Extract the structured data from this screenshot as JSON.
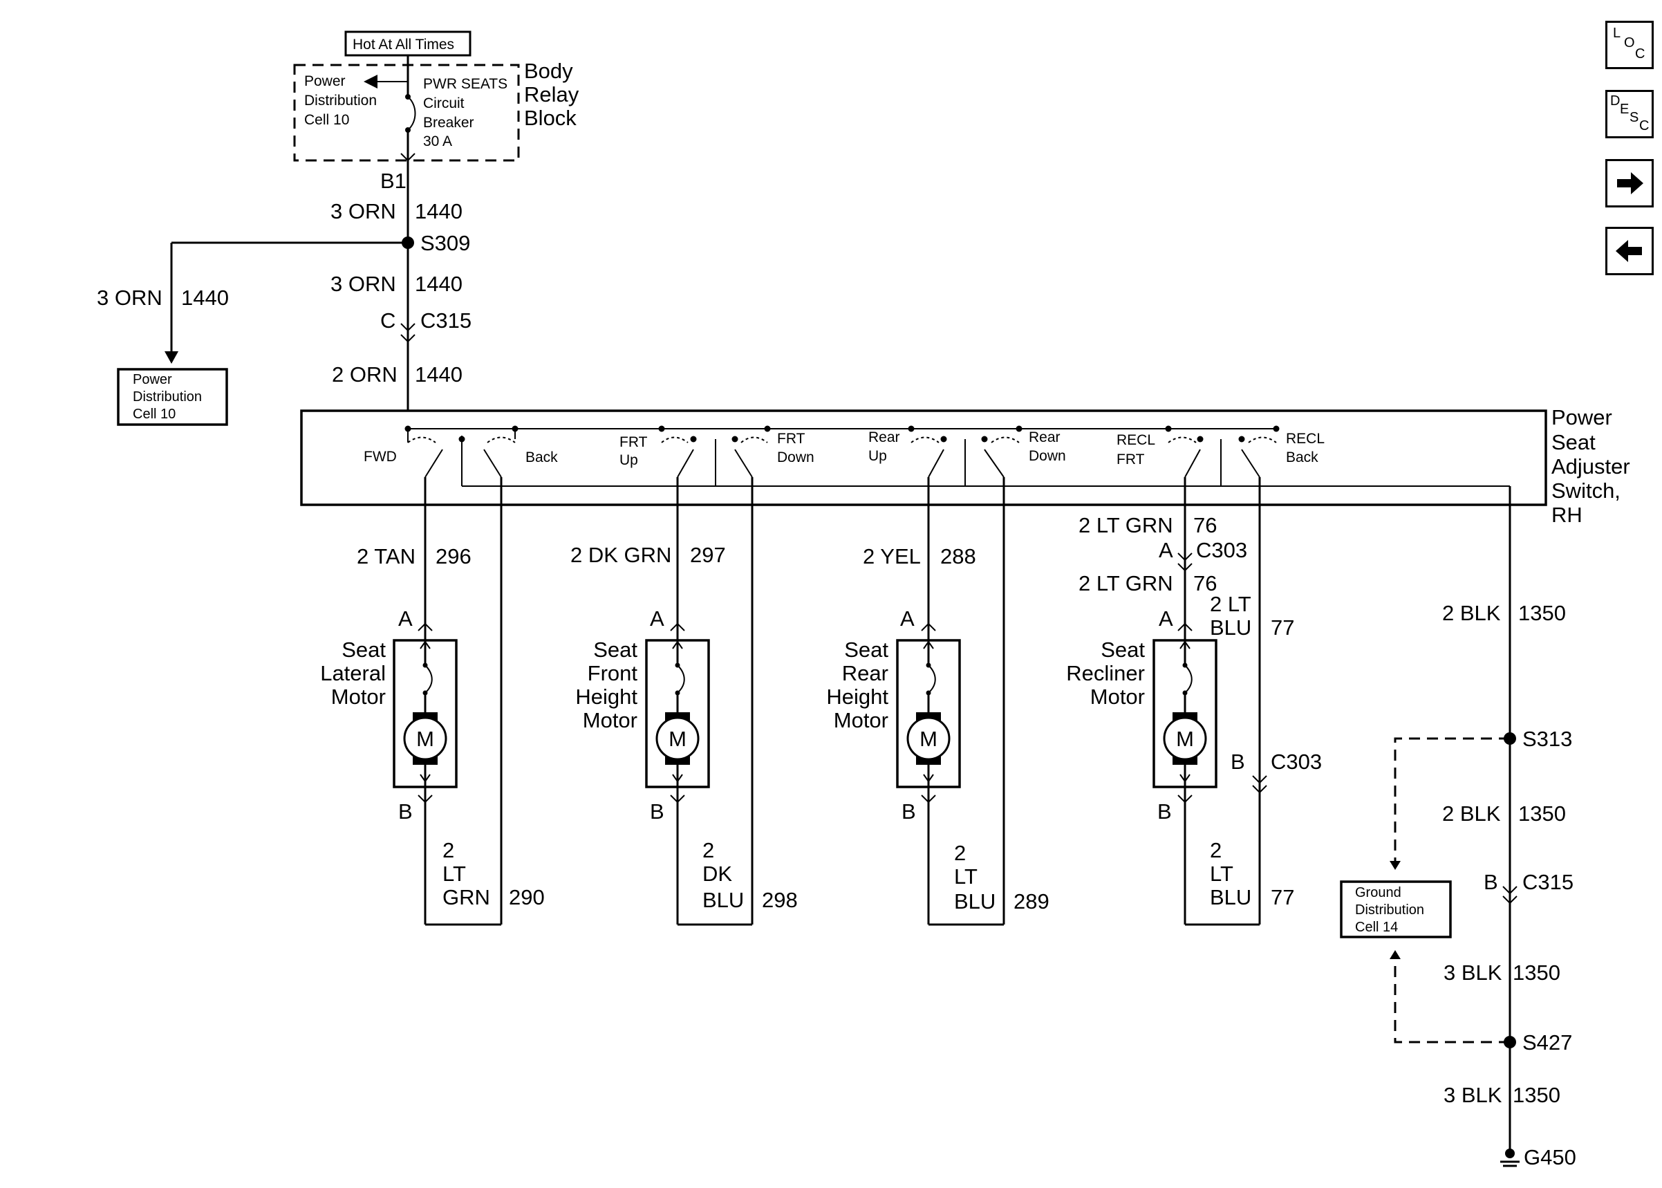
{
  "hot_at_all_times": "Hot At All Times",
  "relay_block": {
    "title": [
      "Body",
      "Relay",
      "Block"
    ],
    "pdc_ref": [
      "Power",
      "Distribution",
      "Cell 10"
    ],
    "breaker": [
      "PWR SEATS",
      "Circuit",
      "Breaker",
      "30 A"
    ]
  },
  "main_feed": {
    "connector_b1": "B1",
    "seg1_wire": "3 ORN",
    "seg1_circuit": "1440",
    "splice": "S309",
    "seg2_wire": "3 ORN",
    "seg2_circuit": "1440",
    "c315_pin": "C",
    "c315": "C315",
    "seg3_wire": "2 ORN",
    "seg3_circuit": "1440"
  },
  "branch": {
    "wire": "3 ORN",
    "circuit": "1440",
    "pdc": [
      "Power",
      "Distribution",
      "Cell 10"
    ]
  },
  "switch": {
    "title": [
      "Power",
      "Seat",
      "Adjuster",
      "Switch,",
      "RH"
    ],
    "labels": {
      "fwd": "FWD",
      "back": "Back",
      "frt_up": [
        "FRT",
        "Up"
      ],
      "frt_down": [
        "FRT",
        "Down"
      ],
      "rear_up": [
        "Rear",
        "Up"
      ],
      "rear_down": [
        "Rear",
        "Down"
      ],
      "recl_frt": [
        "RECL",
        "FRT"
      ],
      "recl_back": [
        "RECL",
        "Back"
      ]
    }
  },
  "motors": [
    {
      "name": [
        "Seat",
        "Lateral",
        "Motor"
      ],
      "wire_a": "2 TAN",
      "circ_a": "296",
      "pin_a": "A",
      "pin_b": "B",
      "wire_b": [
        "2",
        "LT",
        "GRN"
      ],
      "circ_b": "290",
      "symbol": "M"
    },
    {
      "name": [
        "Seat",
        "Front",
        "Height",
        "Motor"
      ],
      "wire_a": "2 DK GRN",
      "circ_a": "297",
      "pin_a": "A",
      "pin_b": "B",
      "wire_b": [
        "2",
        "DK",
        "BLU"
      ],
      "circ_b": "298",
      "symbol": "M"
    },
    {
      "name": [
        "Seat",
        "Rear",
        "Height",
        "Motor"
      ],
      "wire_a": "2 YEL",
      "circ_a": "288",
      "pin_a": "A",
      "pin_b": "B",
      "wire_b": [
        "2",
        "LT",
        "BLU"
      ],
      "circ_b": "289",
      "symbol": "M"
    },
    {
      "name": [
        "Seat",
        "Recliner",
        "Motor"
      ],
      "wire_a": "2 LT GRN",
      "circ_a": "76",
      "pin_a": "A",
      "pin_b": "B",
      "wire_b": [
        "2",
        "LT",
        "BLU"
      ],
      "circ_b": "77",
      "symbol": "M"
    }
  ],
  "recliner_extra": {
    "wire_top": "2 LT GRN",
    "circ_top": "76",
    "c303_pin_a": "A",
    "c303": "C303",
    "blu_wire": [
      "2 LT",
      "BLU"
    ],
    "blu_circ": "77",
    "c303_pin_b": "B",
    "c303_b": "C303"
  },
  "ground": {
    "seg1_wire": "2 BLK",
    "seg1_circ": "1350",
    "s313": "S313",
    "seg2_wire": "2 BLK",
    "seg2_circ": "1350",
    "c315_pin": "B",
    "c315": "C315",
    "seg3_wire": "3 BLK",
    "seg3_circ": "1350",
    "s427": "S427",
    "seg4_wire": "3 BLK",
    "seg4_circ": "1350",
    "g450": "G450",
    "gdc": [
      "Ground",
      "Distribution",
      "Cell 14"
    ]
  },
  "nav": {
    "loc": [
      "L",
      "O",
      "C"
    ],
    "desc": [
      "D",
      "E",
      "S",
      "C"
    ],
    "next_icon": "arrow-right-icon",
    "prev_icon": "arrow-left-icon"
  }
}
